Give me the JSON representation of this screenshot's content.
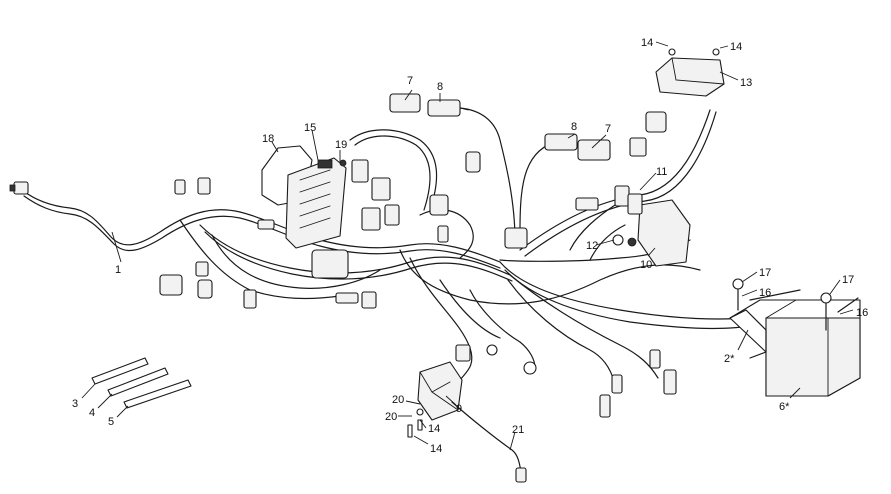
{
  "diagram": {
    "callouts": {
      "c1": "1",
      "c2": "2*",
      "c3": "3",
      "c4": "4",
      "c5": "5",
      "c6": "6*",
      "c7a": "7",
      "c7b": "7",
      "c8a": "8",
      "c8b": "8",
      "c9": "9",
      "c10": "10",
      "c11": "11",
      "c12": "12",
      "c13": "13",
      "c14a": "14",
      "c14b": "14",
      "c14c": "14",
      "c14d": "14",
      "c15": "15",
      "c16a": "16",
      "c16b": "16",
      "c17a": "17",
      "c17b": "17",
      "c18": "18",
      "c19": "19",
      "c20a": "20",
      "c20b": "20",
      "c21": "21"
    }
  }
}
